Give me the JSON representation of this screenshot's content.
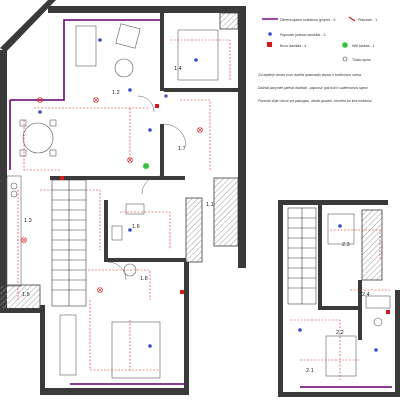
{
  "colors": {
    "wall": "#3a3a3a",
    "hatch": "#9a9a9a",
    "circuit": "#e0242b",
    "rail": "#7b1f86",
    "lamp": "#3b49c8",
    "rcd": "#d11a1a",
    "wifi": "#2fc43a",
    "socket": "#d8a020",
    "paper": "#ffffff"
  },
  "rooms": [
    {
      "id": "r12",
      "label": "1.2"
    },
    {
      "id": "r14",
      "label": "1.4"
    },
    {
      "id": "r11",
      "label": "1.1"
    },
    {
      "id": "r13",
      "label": "1.3"
    },
    {
      "id": "r15",
      "label": "1.5"
    },
    {
      "id": "r16",
      "label": "1.6"
    },
    {
      "id": "r17",
      "label": "1.7"
    },
    {
      "id": "r18",
      "label": "1.8"
    },
    {
      "id": "r23",
      "label": "2.3"
    },
    {
      "id": "r24",
      "label": "2.4"
    },
    {
      "id": "r22",
      "label": "2.2"
    },
    {
      "id": "r21",
      "label": "2.1"
    }
  ],
  "legend": [
    {
      "icon": "purple-line-icon",
      "text": "Dimeriuojamu sviestuvu grupes - 9"
    },
    {
      "icon": "blue-dot-icon",
      "text": "Papuosti judesio davikliai - 3"
    },
    {
      "icon": "red-square-icon",
      "text": "Buvo daviklia - 4"
    },
    {
      "icon": "mini-circle-icon",
      "text": "Tinklo sprta"
    },
    {
      "icon": "red-mark-icon",
      "text": "Planoste - 1"
    },
    {
      "icon": "green-dot-icon",
      "text": "Wifi taskas - 1"
    }
  ],
  "notes": [
    "2/4 laiptinje vienas buvo davklis aplamasijo laiptus ir koridoriaus sviesa",
    "Daliniai pazymeti judesio davikliai - papuosti, gali buti ir suderinamos signal",
    "Planoste skije visose yra pakuigiau, atrodo grazesi, nezvieia koi lera mekaniai"
  ]
}
